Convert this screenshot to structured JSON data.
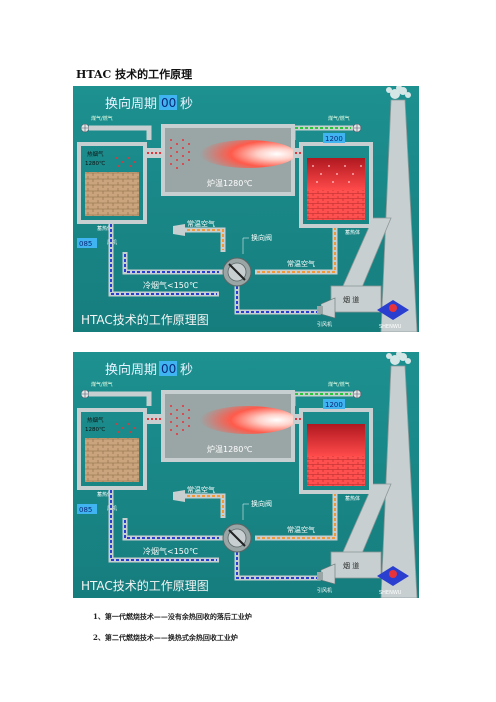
{
  "document": {
    "title": "HTAC 技术的工作原理",
    "notes": [
      "1、第一代燃烧技术——没有余热回收的落后工业炉",
      "2、第二代燃烧技术——换热式余热回收工业炉"
    ]
  },
  "diagrams": [
    {
      "cycle_label": "换向周期",
      "cycle_value": "00",
      "cycle_unit": "秒",
      "furnace_temp": "炉温1280℃",
      "left_display": "085",
      "right_display": "1200",
      "preheated_air": "热烟气",
      "preheated_temp": "1280℃",
      "fuel_left": "煤气/燃气",
      "fuel_right": "煤气/燃气",
      "left_regenerator": "蓄热体",
      "right_regenerator": "蓄热体",
      "left_label": "风机",
      "normal_air_top": "常温空气",
      "reversing_valve": "换向阀",
      "normal_air_right": "常温空气",
      "cold_flue": "冷烟气<150℃",
      "induced_fan": "引风机",
      "flue_duct": "烟 道",
      "caption": "HTAC技术的工作原理图",
      "logo_text": "SHENWU"
    },
    {
      "cycle_label": "换向周期",
      "cycle_value": "00",
      "cycle_unit": "秒",
      "furnace_temp": "炉温1280℃",
      "left_display": "085",
      "right_display": "1200",
      "preheated_air": "热烟气",
      "preheated_temp": "1280℃",
      "fuel_left": "煤气/燃气",
      "fuel_right": "煤气/燃气",
      "left_regenerator": "蓄热体",
      "right_regenerator": "蓄热体",
      "left_label": "风机",
      "normal_air_top": "常温空气",
      "reversing_valve": "换向阀",
      "normal_air_right": "常温空气",
      "cold_flue": "冷烟气<150℃",
      "induced_fan": "引风机",
      "flue_duct": "烟 道",
      "caption": "HTAC技术的工作原理图",
      "logo_text": "SHENWU"
    }
  ],
  "colors": {
    "background": "#1a8a8a",
    "frame": "#b9c6c6",
    "furnace": "#9aa5a5",
    "brick": "#c8a27a",
    "hot_bed": "#e8333a",
    "flame": "#ff5a4a",
    "pipe_blue": "#2a3fd0",
    "pipe_orange": "#f29a3a",
    "pipe_green": "#28c93a",
    "display": "#3fb4f0"
  }
}
